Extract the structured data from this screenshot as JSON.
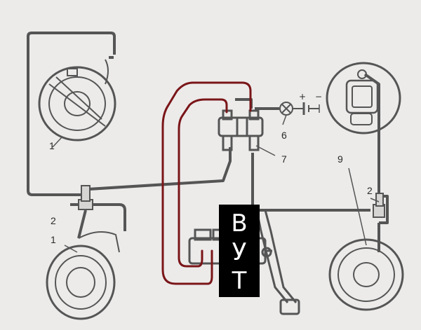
{
  "labels": {
    "front_brake": "1",
    "rear_brake": "1",
    "tee_left": "2",
    "tee_right": "2",
    "lamp": "6",
    "pressure_switch": "7",
    "booster": "9"
  },
  "annotation": {
    "letters": [
      "В",
      "У",
      "Т"
    ]
  },
  "battery_symbols": {
    "plus": "+",
    "minus": "−"
  },
  "colors": {
    "background": "#ecebea",
    "line": "#555555",
    "overlay_pipe": "#7a1518",
    "marker_bg": "#000000",
    "marker_text": "#ffffff"
  }
}
